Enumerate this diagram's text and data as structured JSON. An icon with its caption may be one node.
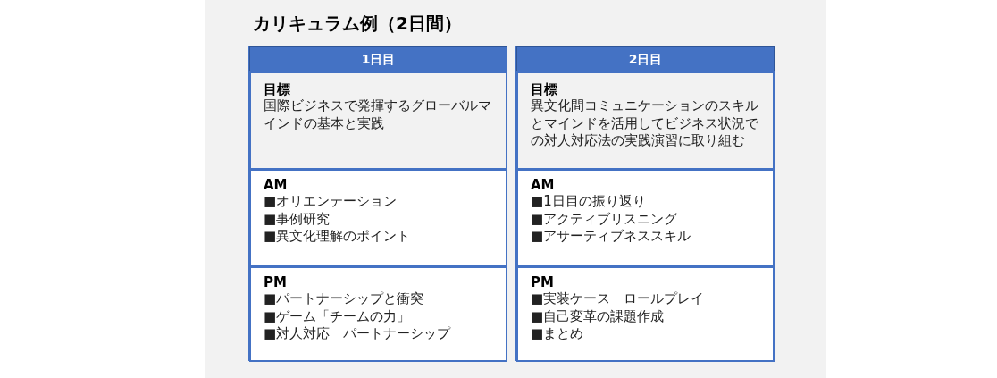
{
  "diagram": {
    "title": "カリキュラム例（2日間）",
    "nodes": [
      {
        "text": [],
        "shape": "box"
      },
      {
        "text": [
          "1日目"
        ],
        "in": 0
      },
      {
        "text": [
          "目標",
          "国際ビジネスで発揮するグローバルマインドの基本と実践"
        ],
        "in": 0
      },
      {
        "text": [
          "AM",
          "■オリエンテーション",
          "■事例研究",
          "■異文化理解のポイント"
        ],
        "in": 0
      },
      {
        "text": [
          "PM",
          "■パートナーシップと衝突",
          "■ゲーム「チームの力」",
          "■対人対応　パートナーシップ"
        ],
        "in": 0
      },
      {
        "text": [],
        "shape": "box"
      },
      {
        "text": [
          "2日目"
        ],
        "in": 5
      },
      {
        "text": [
          "目標",
          "異文化間コミュニケーションのスキルとマインドを活用してビジネス状況での対人対応法の実践演習に取り組む"
        ],
        "in": 5
      },
      {
        "text": [
          "AM",
          "■1日目の振り返り",
          "■アクティブリスニング",
          "■アサーティブネススキル"
        ],
        "in": 5
      },
      {
        "text": [
          "PM",
          "■実装ケース　ロールプレイ",
          "■自己変革の課題作成",
          "■まとめ"
        ],
        "in": 5
      }
    ]
  }
}
